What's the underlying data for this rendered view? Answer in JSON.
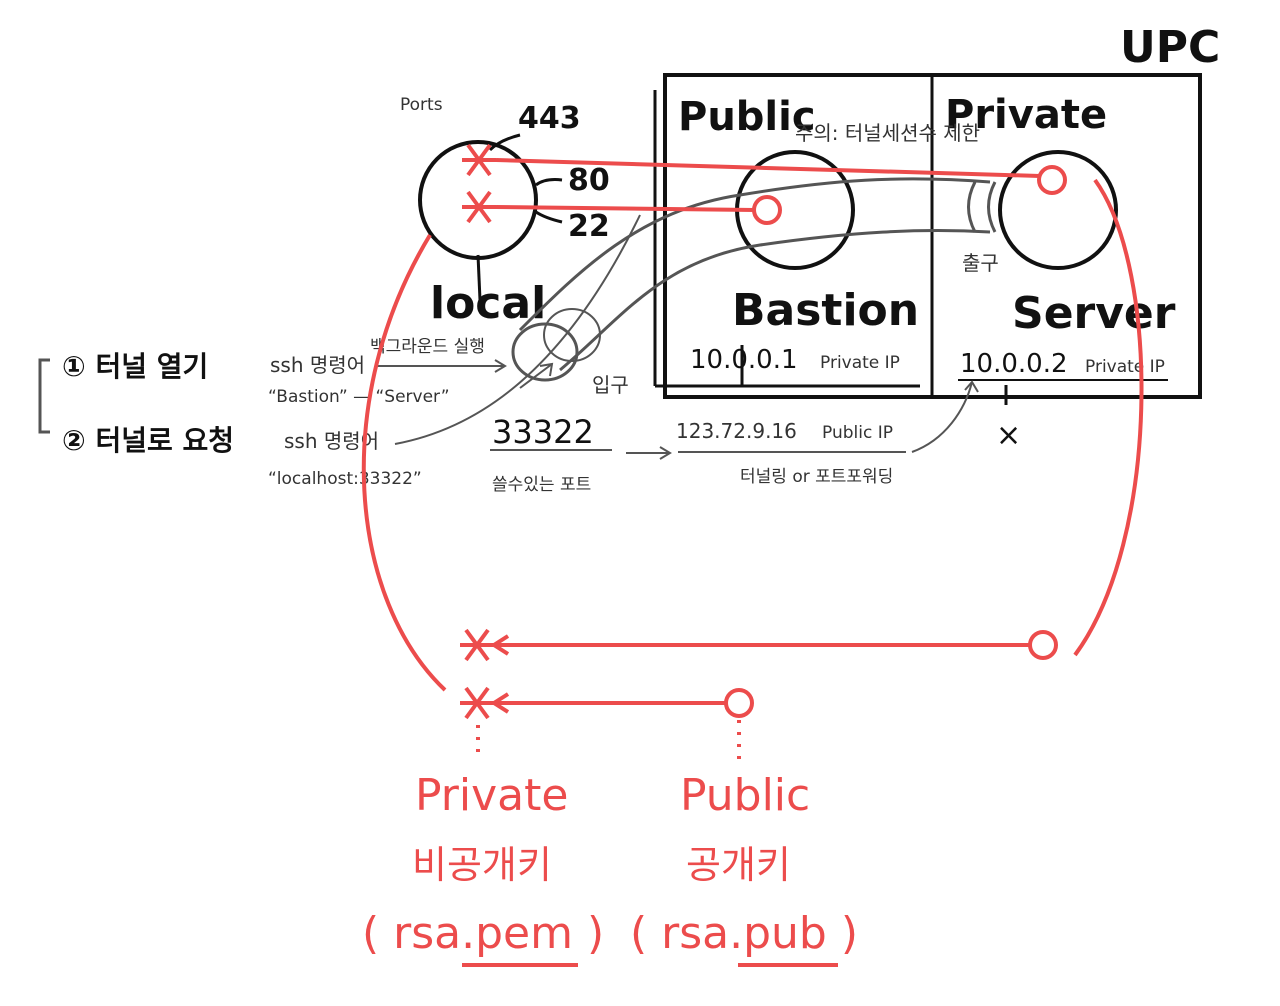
{
  "labels": {
    "vpc": "UPC",
    "public": "Public",
    "private": "Private",
    "ports": "Ports",
    "port443": "443",
    "port80": "80",
    "port22": "22",
    "local": "local",
    "bastion": "Bastion",
    "server": "Server",
    "warning": "주의: 터널세션수 제한",
    "exit": "출구",
    "entrance": "입구",
    "bastion_private_ip": "10.0.0.1",
    "private_ip_tag1": "Private IP",
    "server_private_ip": "10.0.0.2",
    "private_ip_tag2": "Private IP",
    "public_ip": "123.72.9.16",
    "public_ip_tag": "Public IP",
    "tunneling": "터널링 or 포트포워딩",
    "step1": "① 터널 열기",
    "step2": "② 터널로 요청",
    "ssh_cmd1": "ssh 명령어",
    "background": "백그라운드 실행",
    "ssh_cmd1_args": "“Bastion” — “Server”",
    "ssh_cmd2": "ssh 명령어",
    "ssh_cmd2_args": "“localhost:33322”",
    "port_number": "33322",
    "free_port": "쓸수있는 포트",
    "x_mark": "×",
    "private_key_en": "Private",
    "private_key_ko": "비공개키",
    "private_key_file": "( rsa.pem )",
    "public_key_en": "Public",
    "public_key_ko": "공개키",
    "public_key_file": "( rsa.pub )"
  },
  "colors": {
    "ink": "#111111",
    "pencil": "#555555",
    "key_red": "#ec4c4c"
  }
}
